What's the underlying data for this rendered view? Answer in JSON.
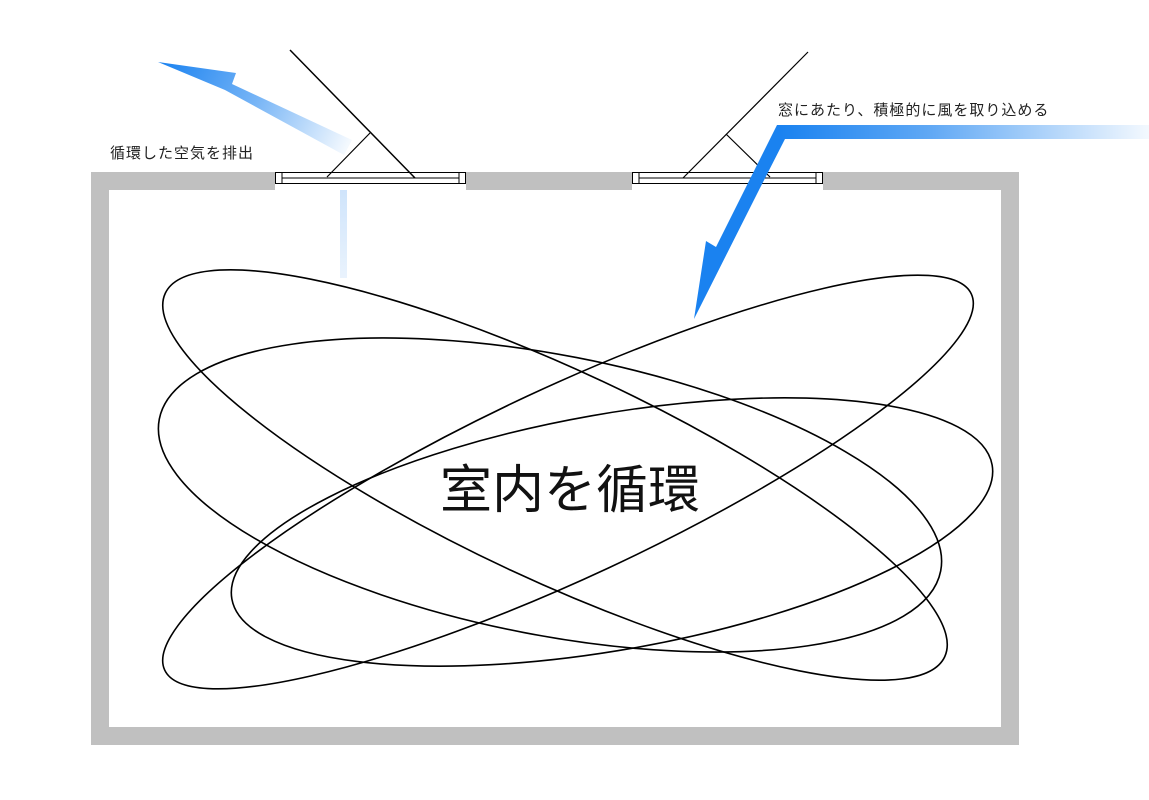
{
  "labels": {
    "exhaust": "循環した空気を排出",
    "intake": "窓にあたり、積極的に風を取り込める",
    "center": "室内を循環"
  },
  "colors": {
    "wall": "#c0c0c0",
    "airflow": "#1a82f0",
    "line": "#000000"
  }
}
